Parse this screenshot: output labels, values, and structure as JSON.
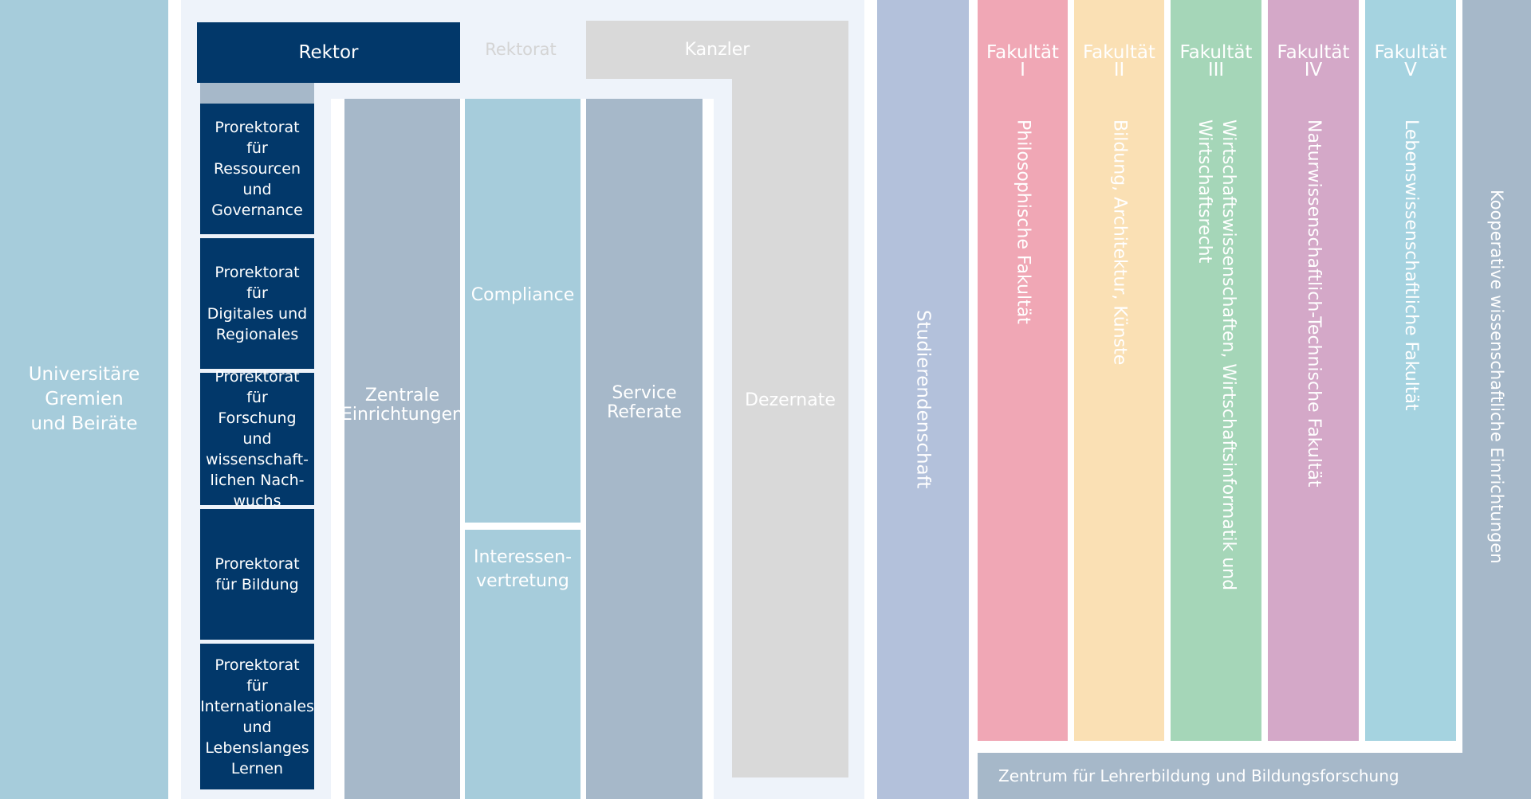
{
  "left": {
    "label": "Universitäre\nGremien\nund Beiräte"
  },
  "rektorat": {
    "rektor": "Rektor",
    "title": "Rektorat",
    "kanzler": "Kanzler",
    "prorektorate": [
      "Prorektorat für\nRessourcen und\nGovernance",
      "Prorektorat für\nDigitales und\nRegionales",
      "Prorektorat für\nForschung und\nwissenschaft-\nlichen Nach-\nwuchs",
      "Prorektorat\nfür Bildung",
      "Prorektorat\nfür\nInternationales\nund\nLebenslanges\nLernen"
    ],
    "zentrale": "Zentrale\nEinrichtungen",
    "compliance": "Compliance",
    "interessen": "Interessen-\nvertretung",
    "service": "Service\nReferate",
    "dezernate": "Dezernate"
  },
  "studierendenschaft": "Studierendenschaft",
  "faculties": [
    {
      "num": "Fakultät\nI",
      "name": "Philosophische Fakultät",
      "color": "#f0a7b5"
    },
    {
      "num": "Fakultät\nII",
      "name": "Bildung, Architektur, Künste",
      "color": "#fae0b4"
    },
    {
      "num": "Fakultät\nIII",
      "name": "Wirtschaftswissenschaften, Wirtschaftsinformatik und\nWirtschaftsrecht",
      "color": "#a5d6b8"
    },
    {
      "num": "Fakultät\nIV",
      "name": "Naturwissenschaftlich-Technische Fakultät",
      "color": "#d4a8c8"
    },
    {
      "num": "Fakultät\nV",
      "name": "Lebenswissenschaftliche Fakultät",
      "color": "#a5d3e0"
    }
  ],
  "kooperative": "Kooperative wissenschaftliche Einrichtungen",
  "zentrum": "Zentrum für Lehrerbildung und Bildungsforschung",
  "colors": {
    "navy": "#02386a",
    "steel": "#a6b8c9",
    "lightblue": "#a6ccdb",
    "grey": "#d9d9d9",
    "periwinkle": "#b3c1db",
    "panel": "#eef3fa"
  }
}
